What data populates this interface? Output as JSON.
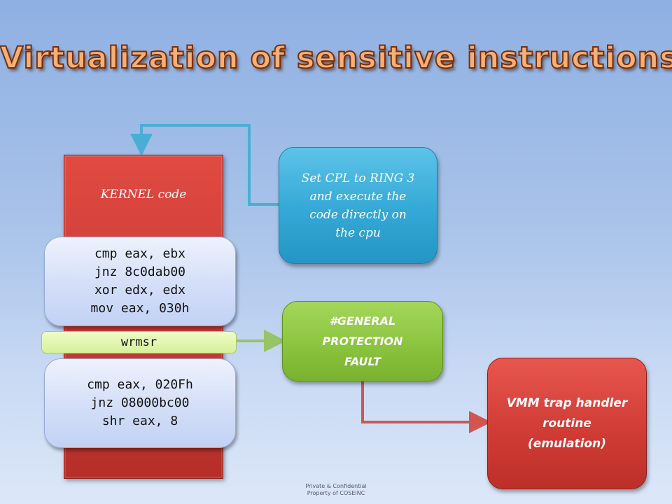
{
  "title": "Virtualization of sensitive instructions",
  "kernel": {
    "label": "KERNEL code",
    "code_before": [
      "cmp eax, ebx",
      "jnz 8c0dab00",
      "xor edx, edx",
      "mov eax, 030h"
    ],
    "sensitive_instruction": "wrmsr",
    "code_after": [
      "cmp eax, 020Fh",
      "jnz 08000bc00",
      "shr eax, 8"
    ]
  },
  "boxes": {
    "cpl": [
      "Set CPL to RING 3",
      "and execute the",
      "code directly on",
      "the cpu"
    ],
    "gpf": [
      "#GENERAL",
      "PROTECTION",
      "FAULT"
    ],
    "vmm": [
      "VMM trap handler",
      "routine",
      "(emulation)"
    ]
  },
  "footer": [
    "Private & Confidential",
    "Property of COSEINC"
  ],
  "colors": {
    "kernel_red": "#c93a33",
    "cpl_blue": "#34a8d6",
    "gpf_green": "#8bc53f",
    "vmm_red": "#d13c35",
    "code_box": "#d3def8",
    "wrmsr_bar": "#d6f199",
    "title_orange": "#f4b07a"
  }
}
